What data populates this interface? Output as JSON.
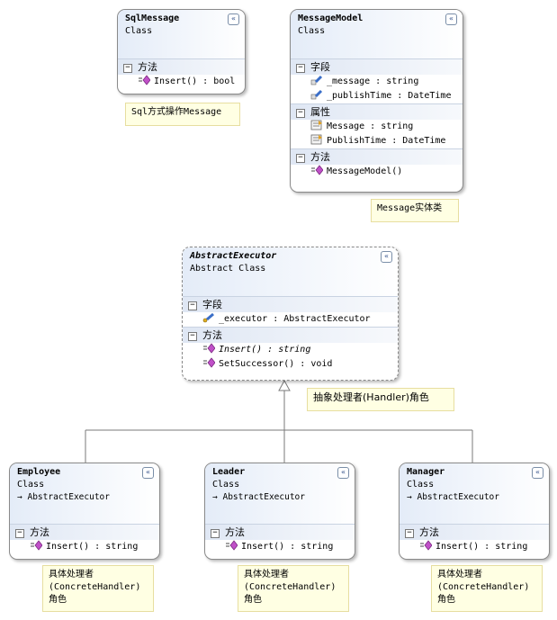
{
  "classes": {
    "sqlmessage": {
      "name": "SqlMessage",
      "stereo": "Class",
      "methods_label": "方法",
      "methods": [
        "Insert() : bool"
      ]
    },
    "messagemodel": {
      "name": "MessageModel",
      "stereo": "Class",
      "fields_label": "字段",
      "fields": [
        "_message : string",
        "_publishTime : DateTime"
      ],
      "props_label": "属性",
      "props": [
        "Message : string",
        "PublishTime : DateTime"
      ],
      "methods_label": "方法",
      "methods": [
        "MessageModel()"
      ]
    },
    "abstractexecutor": {
      "name": "AbstractExecutor",
      "stereo": "Abstract Class",
      "fields_label": "字段",
      "fields": [
        "_executor : AbstractExecutor"
      ],
      "methods_label": "方法",
      "methods": [
        "Insert() : string",
        "SetSuccessor() : void"
      ]
    },
    "employee": {
      "name": "Employee",
      "stereo": "Class",
      "inherit": "AbstractExecutor",
      "methods_label": "方法",
      "methods": [
        "Insert() : string"
      ]
    },
    "leader": {
      "name": "Leader",
      "stereo": "Class",
      "inherit": "AbstractExecutor",
      "methods_label": "方法",
      "methods": [
        "Insert() : string"
      ]
    },
    "manager": {
      "name": "Manager",
      "stereo": "Class",
      "inherit": "AbstractExecutor",
      "methods_label": "方法",
      "methods": [
        "Insert() : string"
      ]
    }
  },
  "notes": {
    "sql": "Sql方式操作Message",
    "model": "Message实体类",
    "abstract": "抽象处理者(Handler)角色",
    "concrete_1": "具体处理者",
    "concrete_2": "(ConcreteHandler)",
    "concrete_3": "角色"
  },
  "glyphs": {
    "collapse": "«",
    "minus": "−",
    "arrow": "→"
  },
  "colors": {
    "header_blue": "#e4ecf8",
    "note_yellow": "#ffffe3",
    "method_icon": "#c050c8",
    "field_icon": "#3a6ec8"
  }
}
